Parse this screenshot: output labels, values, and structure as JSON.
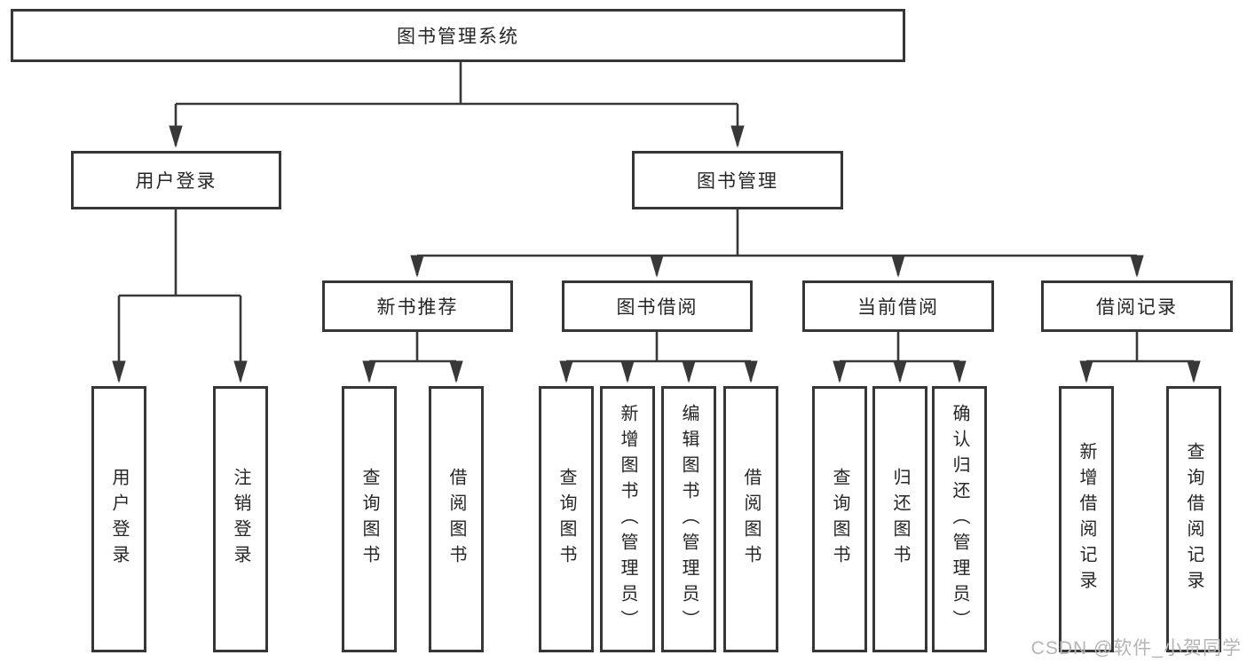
{
  "diagram": {
    "title": "图书管理系统",
    "watermark": "CSDN @软件_小贺同学",
    "colors": {
      "line": "#383838",
      "border": "#363636",
      "text": "#262626",
      "watermark": "#b5b5b5",
      "background": "#ffffff"
    },
    "branches": [
      {
        "label": "用户登录",
        "children": [
          "用户登录",
          "注销登录"
        ]
      },
      {
        "label": "图书管理",
        "groups": [
          {
            "label": "新书推荐",
            "children": [
              "查询图书",
              "借阅图书"
            ]
          },
          {
            "label": "图书借阅",
            "children": [
              "查询图书",
              "新增图书（管理员）",
              "编辑图书（管理员）",
              "借阅图书"
            ]
          },
          {
            "label": "当前借阅",
            "children": [
              "查询图书",
              "归还图书",
              "确认归还（管理员）"
            ]
          },
          {
            "label": "借阅记录",
            "children": [
              "新增借阅记录",
              "查询借阅记录"
            ]
          }
        ]
      }
    ]
  }
}
